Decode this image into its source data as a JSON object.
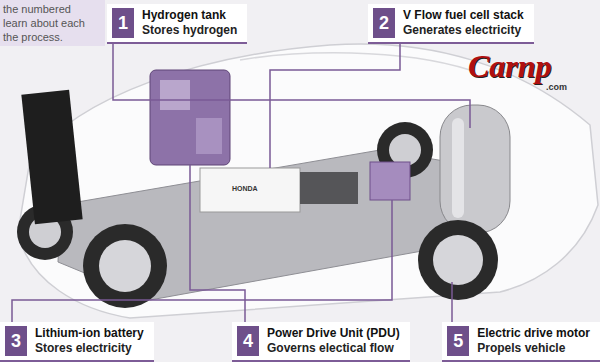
{
  "diagram": {
    "nodes": [
      {
        "text": [
          "1",
          "Hydrogen tank",
          "Stores hydrogen"
        ]
      },
      {
        "text": [
          "2",
          "V Flow fuel cell stack",
          "Generates electricity"
        ]
      },
      {
        "text": [
          "3",
          "Lithium-ion battery",
          "Stores electricity"
        ]
      },
      {
        "text": [
          "4",
          "Power Drive Unit (PDU)",
          "Governs electical flow"
        ]
      },
      {
        "text": [
          "5",
          "Electric drive motor",
          "Propels vehicle"
        ]
      }
    ],
    "labels": [
      "the numbered",
      "learn about each",
      "the process.",
      "HONDA",
      "Carnp",
      ".com"
    ]
  }
}
